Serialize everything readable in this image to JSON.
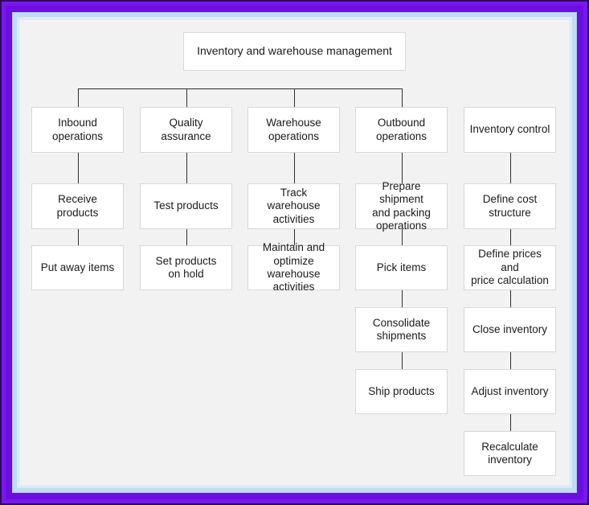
{
  "diagram": {
    "title": "Inventory and warehouse management organizational / process chart",
    "root": {
      "label": "Inventory and warehouse management"
    },
    "columns": [
      {
        "id": "inbound-operations",
        "header": "Inbound\noperations",
        "connected_to_root": true,
        "nodes": [
          {
            "label": "Receive products"
          },
          {
            "label": "Put away items"
          }
        ]
      },
      {
        "id": "quality-assurance",
        "header": "Quality\nassurance",
        "connected_to_root": true,
        "nodes": [
          {
            "label": "Test products"
          },
          {
            "label": "Set products\non hold"
          }
        ]
      },
      {
        "id": "warehouse-operations",
        "header": "Warehouse\noperations",
        "connected_to_root": true,
        "nodes": [
          {
            "label": "Track warehouse\nactivities"
          },
          {
            "label": "Maintain and\noptimize warehouse\nactivities"
          }
        ]
      },
      {
        "id": "outbound-operations",
        "header": "Outbound\noperations",
        "connected_to_root": true,
        "nodes": [
          {
            "label": "Prepare shipment\nand packing\noperations"
          },
          {
            "label": "Pick items"
          },
          {
            "label": "Consolidate\nshipments"
          },
          {
            "label": "Ship products"
          }
        ]
      },
      {
        "id": "inventory-control",
        "header": "Inventory control",
        "connected_to_root": false,
        "nodes": [
          {
            "label": "Define cost structure"
          },
          {
            "label": "Define prices and\nprice calculation"
          },
          {
            "label": "Close inventory"
          },
          {
            "label": "Adjust inventory"
          },
          {
            "label": "Recalculate\ninventory"
          }
        ]
      }
    ]
  },
  "colors": {
    "frame_dark_purple": "#2b0a55",
    "frame_violet": "#7a16f0",
    "frame_blue": "#bfdcf2",
    "canvas_background": "#f2f2f2",
    "node_background": "#ffffff",
    "node_border": "#d8d8d8",
    "connector": "#2f2f2f",
    "text": "#1b1b1b"
  }
}
